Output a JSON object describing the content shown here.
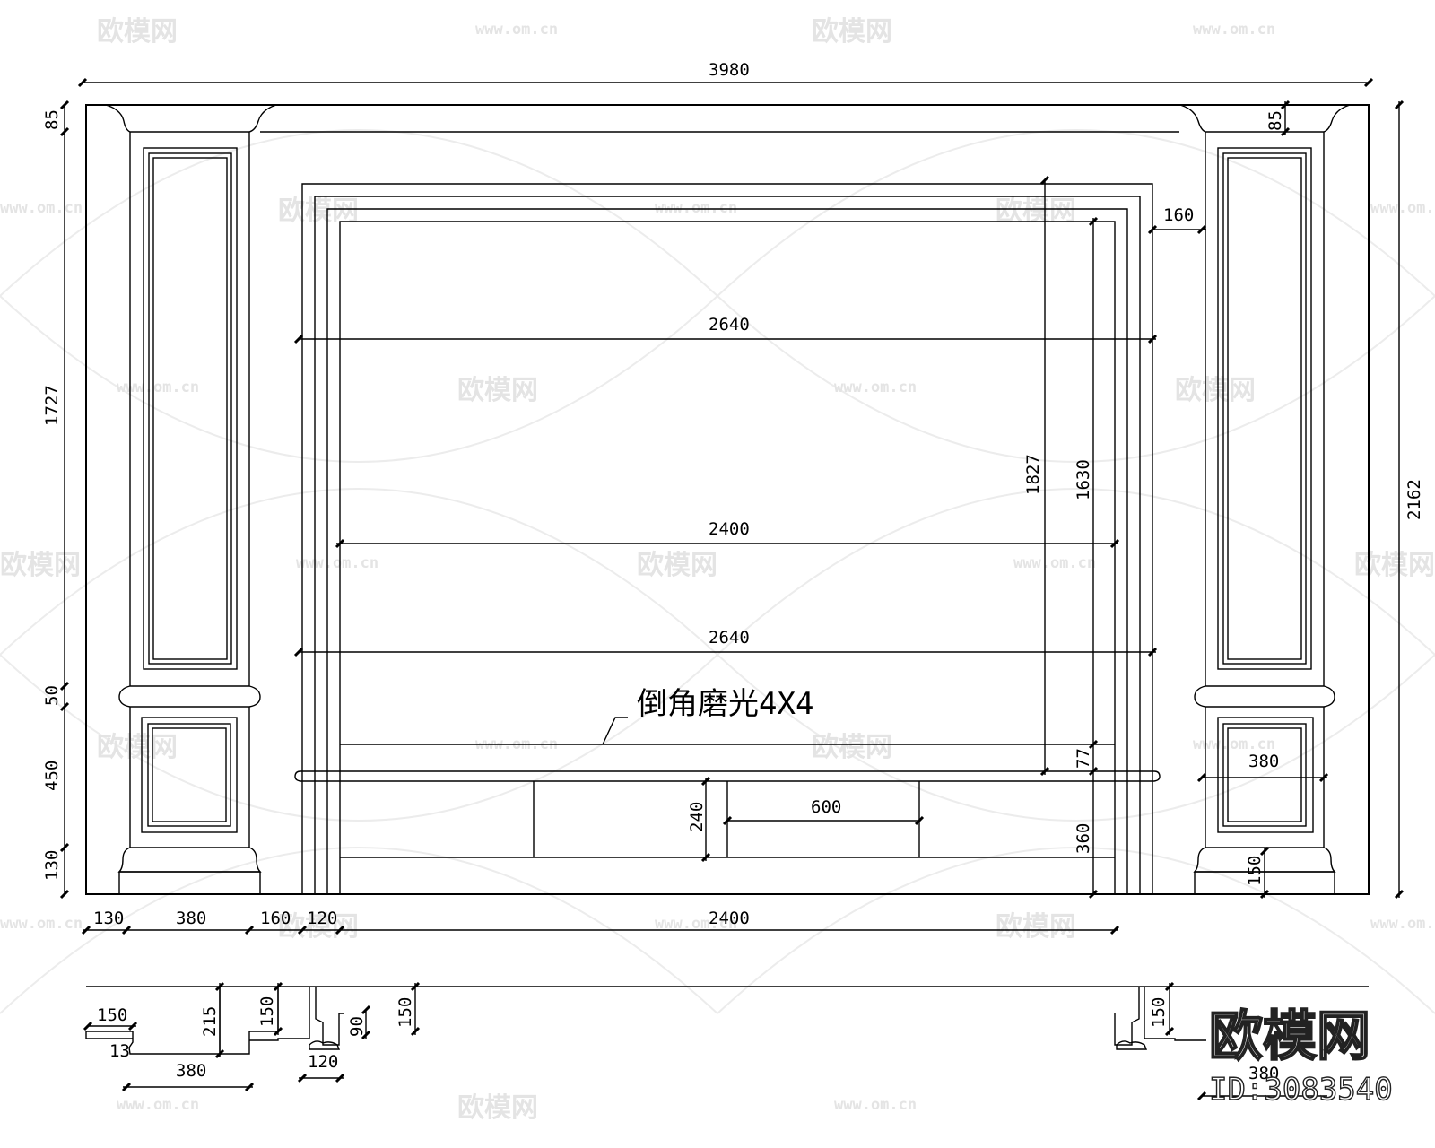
{
  "watermark": {
    "logo_text": "欧模网",
    "url_text": "www.om.cn"
  },
  "brand": {
    "logo_text": "欧模网",
    "id_text": "ID:3083540"
  },
  "annotation": {
    "chamfer_note": "倒角磨光4X4"
  },
  "dimensions": {
    "overall_width": "3980",
    "overall_height": "2162",
    "left_cap": "85",
    "right_cap": "85",
    "left_column_height": "1727",
    "left_band": "50",
    "left_lower_panel": "450",
    "left_base": "130",
    "frame_offset": "160",
    "frame_width_outer_top": "2640",
    "frame_inner_width": "2400",
    "frame_width_outer_bottom": "2640",
    "frame_height_1827": "1827",
    "frame_height_1630": "1630",
    "shelf_gap": "77",
    "cabinet_height": "360",
    "drawer_height": "240",
    "drawer_width": "600",
    "right_panel_width": "380",
    "right_base": "150",
    "bottom_130": "130",
    "bottom_380": "380",
    "bottom_160": "160",
    "bottom_120": "120",
    "bottom_2400": "2400"
  },
  "section": {
    "s150_left": "150",
    "s13": "13",
    "s215": "215",
    "s150_mid": "150",
    "s380": "380",
    "s90": "90",
    "s120": "120",
    "s150_b": "150",
    "s150_right": "150",
    "s380_right": "380"
  }
}
